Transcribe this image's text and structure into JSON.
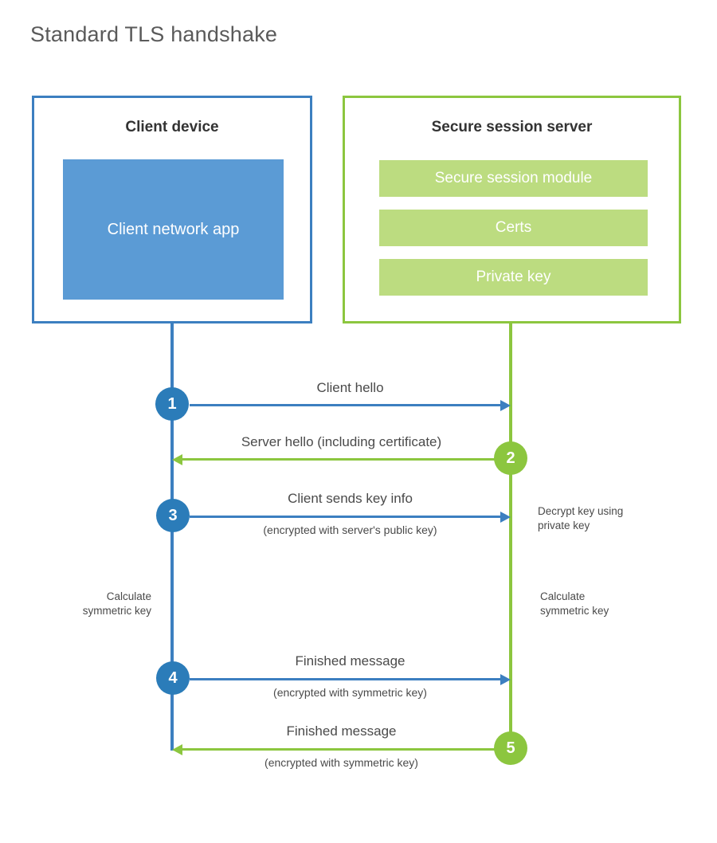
{
  "title": "Standard TLS handshake",
  "colors": {
    "client_border": "#3c7fc0",
    "client_fill": "#5b9bd5",
    "server_border": "#8cc63f",
    "server_fill": "#bcdc80",
    "step_blue": "#2b7cb9",
    "step_green": "#8cc63f",
    "title_text": "#5a5a5a",
    "body_text": "#4a4a4a",
    "background": "#ffffff"
  },
  "client": {
    "title": "Client device",
    "app_label": "Client network app"
  },
  "server": {
    "title": "Secure session server",
    "bars": [
      {
        "label": "Secure session module"
      },
      {
        "label": "Certs"
      },
      {
        "label": "Private key"
      }
    ]
  },
  "steps": [
    {
      "number": "1",
      "label": "Client hello",
      "sublabel": "",
      "direction": "client-to-server",
      "color": "#2b7cb9"
    },
    {
      "number": "2",
      "label": "Server hello (including certificate)",
      "sublabel": "",
      "direction": "server-to-client",
      "color": "#8cc63f"
    },
    {
      "number": "3",
      "label": "Client sends key info",
      "sublabel": "(encrypted with server's public key)",
      "direction": "client-to-server",
      "color": "#2b7cb9"
    },
    {
      "number": "4",
      "label": "Finished message",
      "sublabel": "(encrypted with symmetric key)",
      "direction": "client-to-server",
      "color": "#2b7cb9"
    },
    {
      "number": "5",
      "label": "Finished message",
      "sublabel": "(encrypted with symmetric key)",
      "direction": "server-to-client",
      "color": "#8cc63f"
    }
  ],
  "annotations": {
    "decrypt_key": "Decrypt key using\nprivate key",
    "client_calculate": "Calculate\nsymmetric key",
    "server_calculate": "Calculate\nsymmetric key"
  }
}
